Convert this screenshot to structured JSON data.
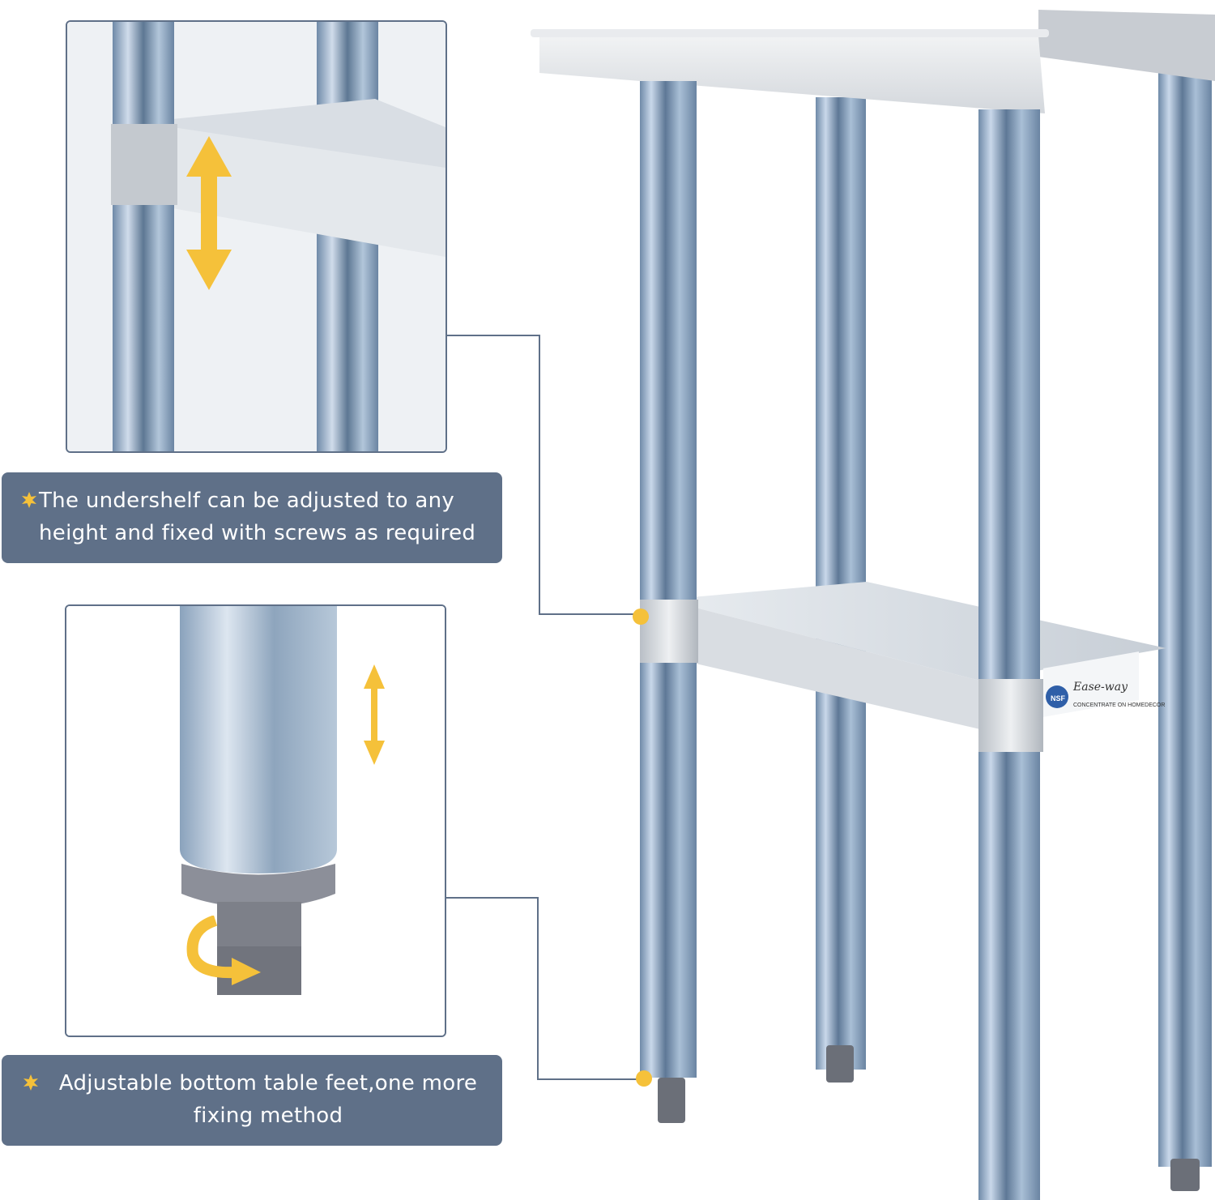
{
  "captions": {
    "shelf_adjust": "The undershelf can be adjusted to any height and fixed with screws as required",
    "feet_adjust": "Adjustable bottom table feet,one more fixing method"
  },
  "label": {
    "brand": "Ease-way",
    "certification": "NSF",
    "slogan": "CONCENTRATE ON HOMEDECOR"
  },
  "icons": {
    "bullet": "star-bullet-icon",
    "vertical_arrow": "double-vertical-arrow-icon",
    "rotate_arrow": "rotate-arrow-icon"
  },
  "colors": {
    "caption_bg": "#5f7088",
    "accent": "#f5c13a",
    "frame": "#5f7088"
  }
}
